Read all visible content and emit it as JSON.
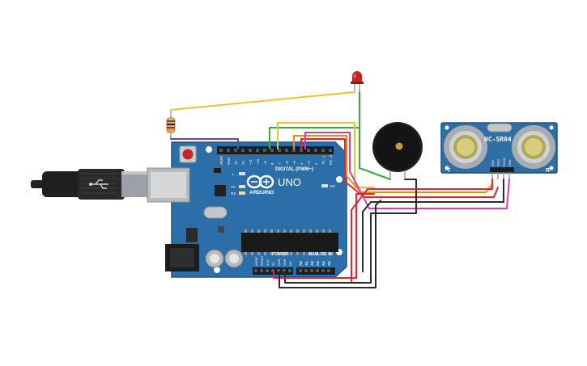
{
  "arduino": {
    "brand": "ARDUINO",
    "model": "UNO",
    "digital_header_label": "DIGITAL (PWM~)",
    "power_label": "POWER",
    "analog_label": "ANALOG IN",
    "on_label": "ON",
    "led_labels": [
      "L",
      "TX",
      "RX"
    ],
    "digital_pins": [
      "AREF",
      "GND",
      "13",
      "12",
      "~11",
      "~10",
      "~9",
      "8",
      "7",
      "~6",
      "~5",
      "4",
      "~3",
      "2",
      "TX→1",
      "RX←0"
    ],
    "power_pins": [
      "IOREF",
      "RESET",
      "3.3V",
      "5V",
      "GND",
      "GND",
      "Vin"
    ],
    "analog_pins": [
      "A0",
      "A1",
      "A2",
      "A3",
      "A4",
      "A5"
    ]
  },
  "ultrasonic": {
    "model": "HC-SR04",
    "side_labels": [
      "T",
      "R"
    ],
    "pins": [
      "VCC",
      "TRIG",
      "ECHO",
      "GND"
    ]
  },
  "colors": {
    "board": "#2b6ea8",
    "board_dark": "#1f5686",
    "wire_yellow": "#e7c52e",
    "wire_green": "#3aa83a",
    "wire_purple": "#7b3d9e",
    "wire_red": "#e02626",
    "wire_black": "#2a2a2a",
    "wire_orange": "#e88a1a",
    "wire_magenta": "#d43fa8",
    "led_red": "#c0261b"
  }
}
